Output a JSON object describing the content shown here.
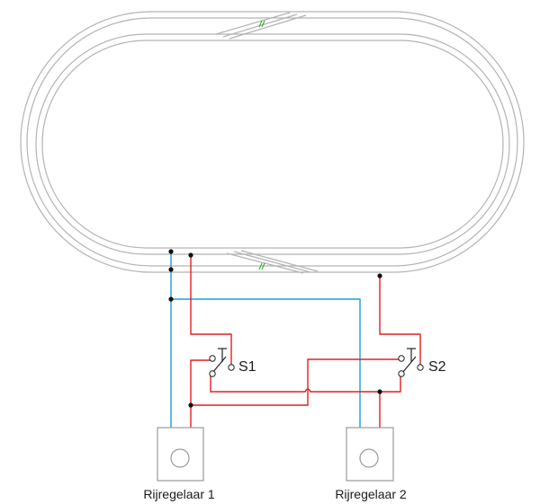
{
  "diagram": {
    "switches": [
      {
        "id": "s1",
        "label": "S1"
      },
      {
        "id": "s2",
        "label": "S2"
      }
    ],
    "controllers": [
      {
        "id": "c1",
        "label": "Rijregelaar 1"
      },
      {
        "id": "c2",
        "label": "Rijregelaar 2"
      }
    ],
    "colors": {
      "track": "#b4b4b4",
      "feeder": "#e02020",
      "return": "#1aa0d8",
      "insulator": "#22aa22",
      "box": "#9a9a9a"
    }
  }
}
